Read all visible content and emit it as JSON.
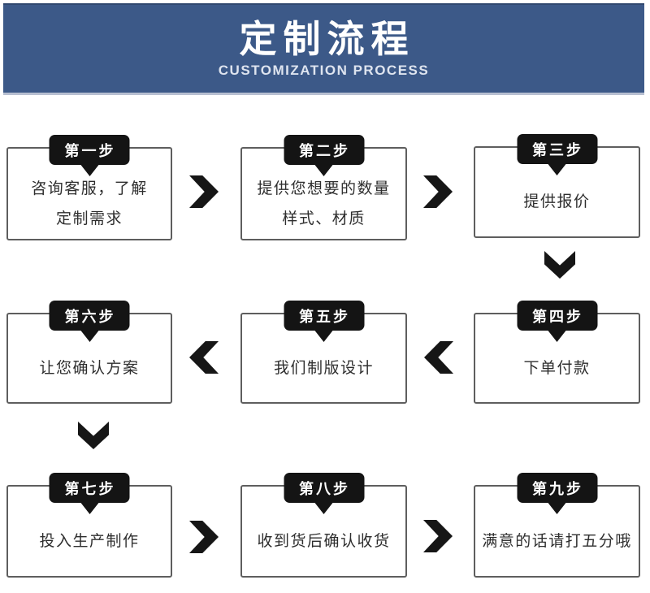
{
  "banner": {
    "title": "定制流程",
    "subtitle": "CUSTOMIZATION PROCESS",
    "bg_color": "#3c5988",
    "title_color": "#ffffff"
  },
  "steps": [
    {
      "tag": "第一步",
      "lines": [
        "咨询客服，了解",
        "定制需求"
      ]
    },
    {
      "tag": "第二步",
      "lines": [
        "提供您想要的数量",
        "样式、材质"
      ]
    },
    {
      "tag": "第三步",
      "lines": [
        "提供报价"
      ]
    },
    {
      "tag": "第四步",
      "lines": [
        "下单付款"
      ]
    },
    {
      "tag": "第五步",
      "lines": [
        "我们制版设计"
      ]
    },
    {
      "tag": "第六步",
      "lines": [
        "让您确认方案"
      ]
    },
    {
      "tag": "第七步",
      "lines": [
        "投入生产制作"
      ]
    },
    {
      "tag": "第八步",
      "lines": [
        "收到货后确认收货"
      ]
    },
    {
      "tag": "第九步",
      "lines": [
        "满意的话请打五分哦"
      ]
    }
  ],
  "flow_order": [
    "第一步",
    "第二步",
    "第三步",
    "第四步",
    "第五步",
    "第六步",
    "第七步",
    "第八步",
    "第九步"
  ],
  "arrows": [
    {
      "from": 1,
      "to": 2,
      "direction": "right"
    },
    {
      "from": 2,
      "to": 3,
      "direction": "right"
    },
    {
      "from": 3,
      "to": 4,
      "direction": "down"
    },
    {
      "from": 4,
      "to": 5,
      "direction": "left"
    },
    {
      "from": 5,
      "to": 6,
      "direction": "left"
    },
    {
      "from": 6,
      "to": 7,
      "direction": "down"
    },
    {
      "from": 7,
      "to": 8,
      "direction": "right"
    },
    {
      "from": 8,
      "to": 9,
      "direction": "right"
    }
  ],
  "colors": {
    "tag_bg": "#141414",
    "box_border": "#5e5e5e",
    "box_text": "#2e2e2e",
    "arrow": "#161616",
    "banner_underline": "#b7bfd1"
  }
}
